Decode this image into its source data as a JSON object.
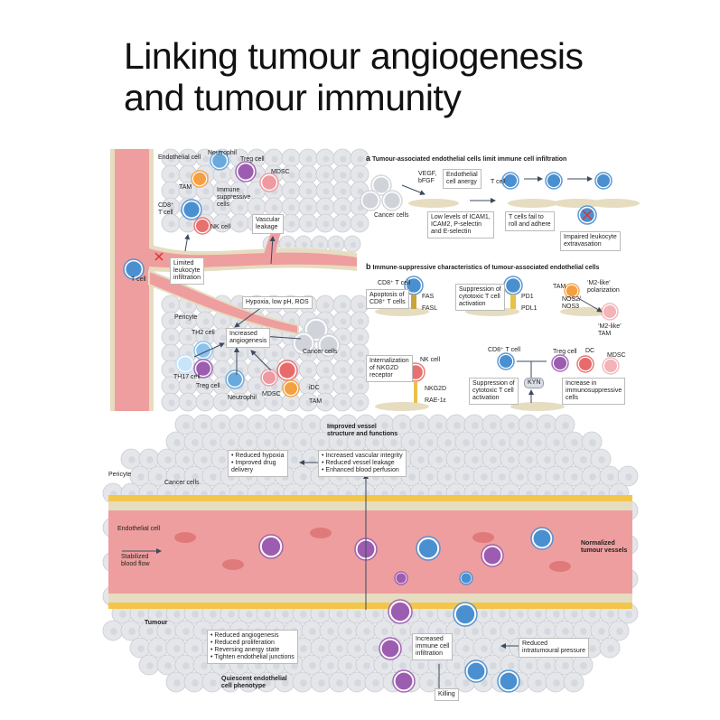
{
  "title": {
    "line1": "Linking tumour angiogenesis",
    "line2": "and tumour immunity"
  },
  "colors": {
    "vessel": "#ee9e9e",
    "endothelium": "#e6dcc0",
    "pericyte": "#f3c64a",
    "tumour_cells": "#e4e6ea",
    "t_cell": "#4a8fd0",
    "treg": "#9c5cb0",
    "nk": "#e87070",
    "arrow": "#3b4a5e"
  },
  "overview": {
    "endothelial_cell": "Endothelial cell",
    "neutrophil_top": "Neutrophil",
    "treg_top": "Treg cell",
    "mdsc_top": "MDSC",
    "tam_top": "TAM",
    "immune_suppressive": [
      "Immune",
      "suppressive",
      "cells"
    ],
    "cd8": [
      "CD8⁺",
      "T cell"
    ],
    "nk_cell": "NK cell",
    "vascular_leakage": [
      "Vascular",
      "leakage"
    ],
    "t_cell": "T cell",
    "limited_infiltration": [
      "Limited",
      "leukocyte",
      "infiltration"
    ],
    "hypoxia": "Hypoxia, low pH, ROS",
    "pericyte": "Pericyte",
    "increased_angiogenesis": [
      "Increased",
      "angiogenesis"
    ],
    "th2": "TH2 cell",
    "cancer_cells": "Cancer cells",
    "th17": "TH17 cell",
    "treg_bottom": "Treg cell",
    "neutrophil_bottom": "Neutrophil",
    "mdsc_bottom": "MDSC",
    "idc": "iDC",
    "tam_bottom": "TAM"
  },
  "panel_a": {
    "letter": "a",
    "heading": "Tumour-associated endothelial cells limit immune cell infiltration",
    "vegf": [
      "VEGF,",
      "bFGF"
    ],
    "anergy": [
      "Endothelial",
      "cell anergy"
    ],
    "t_cell": "T cell",
    "cancer_cells": "Cancer cells",
    "low_levels": [
      "Low levels of ICAM1,",
      "ICAM2, P-selectin",
      "and E-selectin"
    ],
    "fail": [
      "T cells fail to",
      "roll and adhere"
    ],
    "impaired": [
      "Impaired leukocyte",
      "extravasation"
    ]
  },
  "panel_b": {
    "letter": "b",
    "heading": "Immune-suppressive characteristics of tumour-associated endothelial cells",
    "cd8_1": "CD8⁺ T cell",
    "apoptosis": [
      "Apoptosis of",
      "CD8⁺ T cells"
    ],
    "fas": "FAS",
    "fasl": "FASL",
    "suppression_1": [
      "Suppression of",
      "cytotoxic T cell",
      "activation"
    ],
    "pd1": "PD1",
    "pdl1": "PDL1",
    "tam": "TAM",
    "m2_polarization": [
      "‘M2-like’",
      "polarization"
    ],
    "nos": [
      "NOS2/",
      "NOS3"
    ],
    "m2_tam": [
      "‘M2-like’",
      "TAM"
    ],
    "internalization": [
      "Internalization",
      "of NKG2D",
      "receptor"
    ],
    "nk_cell": "NK cell",
    "nkg2d": "NKG2D",
    "rae": "RAE-1ε",
    "cd8_2": "CD8⁺ T cell",
    "suppression_2": [
      "Suppression of",
      "cytotoxic T cell",
      "activation"
    ],
    "kyn": "KYN",
    "treg": "Treg cell",
    "dc": "DC",
    "mdsc": "MDSC",
    "increase": [
      "Increase in",
      "immunosuppressive",
      "cells"
    ]
  },
  "bottom": {
    "improved": [
      "Improved vessel",
      "structure and functions"
    ],
    "hypoxia_box": [
      "• Reduced hypoxia",
      "• Improved drug",
      "   delivery"
    ],
    "integrity_box": [
      "• Increased vascular integrity",
      "• Reduced vessel leakage",
      "• Enhanced blood perfusion"
    ],
    "pericyte": "Pericyte",
    "cancer_cells": "Cancer cells",
    "endothelial_cell": "Endothelial cell",
    "blood_flow": [
      "Stabilized",
      "blood flow"
    ],
    "normalized": [
      "Normalized",
      "tumour vessels"
    ],
    "tumour": "Tumour",
    "quiescent_box": [
      "• Reduced angiogenesis",
      "• Reduced proliferation",
      "• Reversing anergy state",
      "• Tighten endothelial junctions"
    ],
    "quiescent": [
      "Quiescent endothelial",
      "cell phenotype"
    ],
    "infiltration": [
      "Increased",
      "immune cell",
      "infiltration"
    ],
    "pressure": [
      "Reduced",
      "intratumoural pressure"
    ],
    "killing": "Killing"
  }
}
